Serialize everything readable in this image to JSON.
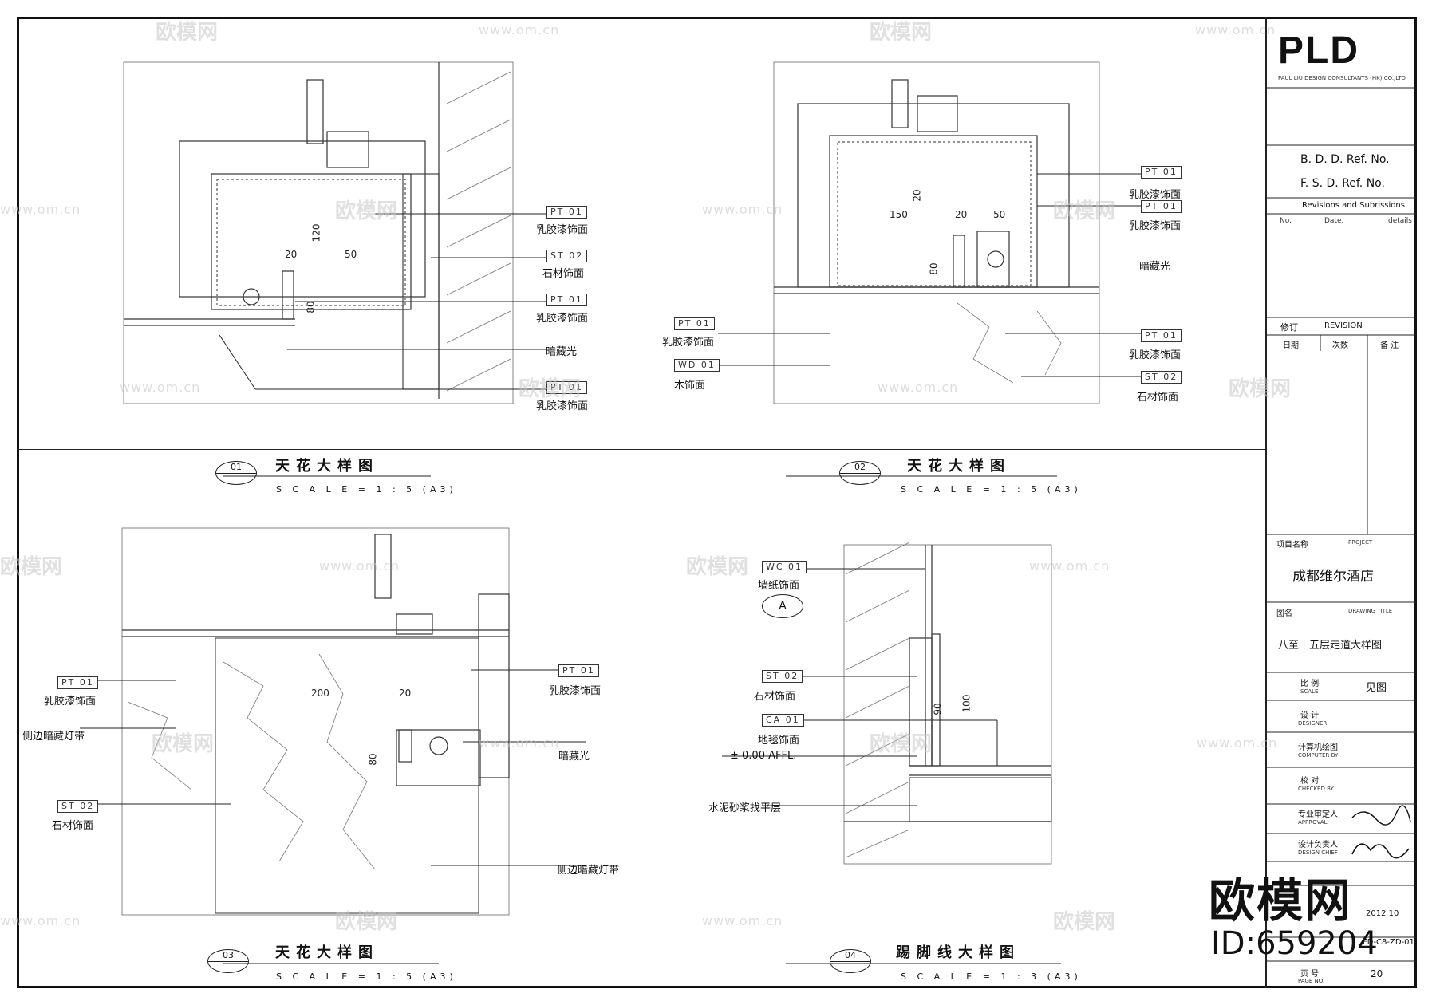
{
  "titleblock": {
    "logo": "PLD",
    "company": "PAUL LIU DESIGN CONSULTANTS (HK) CO.,LTD",
    "bdd_ref": "B. D. D. Ref. No.",
    "fsd_ref": "F. S. D. Ref. No.",
    "revisions": "Revisions and Subrissions",
    "rev_no": "No.",
    "rev_date": "Date.",
    "rev_details": "details",
    "revision_cn": "修订",
    "revision_en": "REVISION",
    "date_cn": "日期",
    "times_cn": "次数",
    "notes_cn": "备 注",
    "project_label_cn": "项目名称",
    "project_label_en": "PROJECT",
    "project_name": "成都维尔酒店",
    "drawing_label_cn": "图名",
    "drawing_label_en": "DRAWING TITLE",
    "drawing_title": "八至十五层走道大样图",
    "scale_label_cn": "比 例",
    "scale_label_en": "SCALE",
    "scale_value": "见图",
    "designer_cn": "设 计",
    "designer_en": "DESIGNER",
    "computer_cn": "计算机绘图",
    "computer_en": "COMPUTER BY",
    "checked_cn": "校 对",
    "checked_en": "CHECKED BY",
    "approval_cn": "专业审定人",
    "approval_en": "APPROVAL",
    "chief_cn": "设计负责人",
    "chief_en": "DESIGN CHIEF",
    "date_value": "2012 10",
    "dwg_no": "FD-C8-ZD-01",
    "page_cn": "页 号",
    "page_en": "PAGE NO.",
    "page_value": "20"
  },
  "details": [
    {
      "id": "01",
      "title": "天花大样图",
      "scale": "S C A L E = 1 : 5  (A3)"
    },
    {
      "id": "02",
      "title": "天花大样图",
      "scale": "S C A L E = 1 : 5  (A3)"
    },
    {
      "id": "03",
      "title": "天花大样图",
      "scale": "S C A L E = 1 : 5  (A3)"
    },
    {
      "id": "04",
      "title": "踢脚线大样图",
      "scale": "S C A L E = 1 : 3  (A3)"
    }
  ],
  "labels": {
    "latex": "乳胶漆饰面",
    "stone": "石材饰面",
    "hidden_light": "暗藏光",
    "wood": "木饰面",
    "side_light": "侧边暗藏灯带",
    "wallpaper": "墙纸饰面",
    "carpet": "地毯饰面",
    "mortar": "水泥砂浆找平层",
    "level": "± 0.00 AFFL.",
    "section_a": "A"
  },
  "tags": {
    "pt": "PT 01",
    "st": "ST 02",
    "wd": "WD 01",
    "wc": "WC 01",
    "ca": "CA 01"
  },
  "dims": {
    "d120": "120",
    "d50": "50",
    "d20": "20",
    "d80": "80",
    "d150": "150",
    "d200": "200",
    "d90": "90",
    "d100": "100"
  },
  "watermark": {
    "brand": "欧模网",
    "url": "www.om.cn",
    "id": "ID:659204"
  }
}
